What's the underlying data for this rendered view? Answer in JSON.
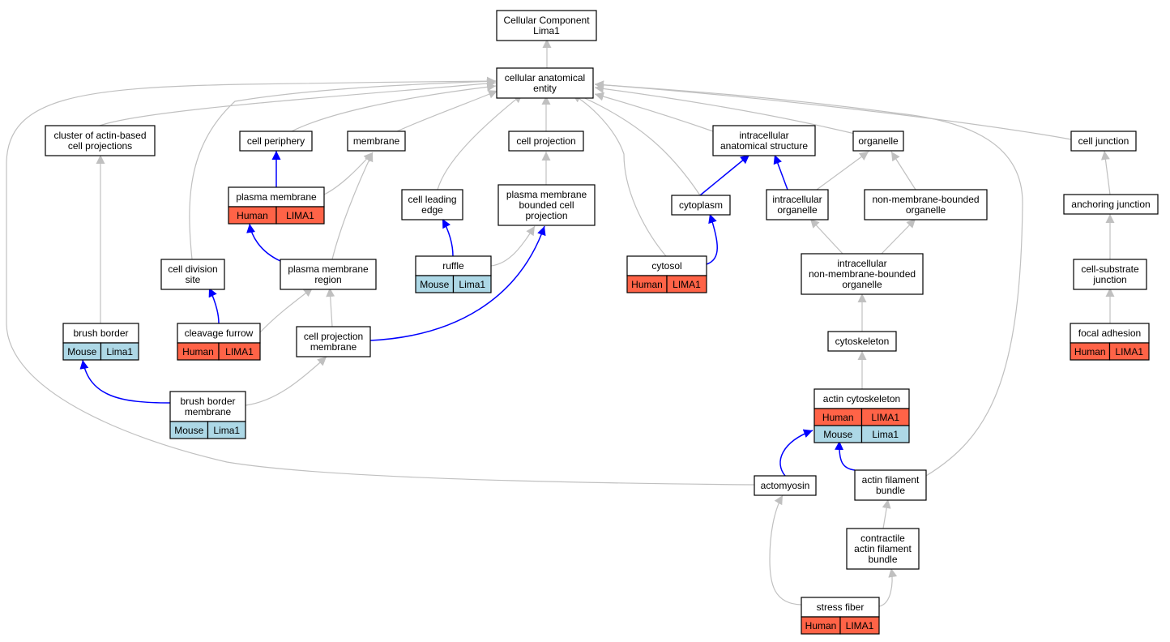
{
  "colors": {
    "human": "#ff6347",
    "mouse": "#add8e6",
    "edge_is_a": "#c0c0c0",
    "edge_annotated": "#0000ff"
  },
  "nodes": {
    "root": {
      "lines": [
        "Cellular Component",
        "Lima1"
      ]
    },
    "cae": {
      "lines": [
        "cellular anatomical",
        "entity"
      ]
    },
    "cluster": {
      "lines": [
        "cluster of actin-based",
        "cell projections"
      ]
    },
    "periphery": {
      "lines": [
        "cell periphery"
      ]
    },
    "membrane": {
      "lines": [
        "membrane"
      ]
    },
    "cellproj": {
      "lines": [
        "cell projection"
      ]
    },
    "ias": {
      "lines": [
        "intracellular",
        "anatomical structure"
      ]
    },
    "organelle": {
      "lines": [
        "organelle"
      ]
    },
    "celljunction": {
      "lines": [
        "cell junction"
      ]
    },
    "pm": {
      "lines": [
        "plasma membrane"
      ],
      "cells": [
        [
          "Human",
          "LIMA1"
        ]
      ]
    },
    "leading": {
      "lines": [
        "cell leading",
        "edge"
      ]
    },
    "pmbcp": {
      "lines": [
        "plasma membrane",
        "bounded cell",
        "projection"
      ]
    },
    "cytoplasm": {
      "lines": [
        "cytoplasm"
      ]
    },
    "intorg": {
      "lines": [
        "intracellular",
        "organelle"
      ]
    },
    "nmbo": {
      "lines": [
        "non-membrane-bounded",
        "organelle"
      ]
    },
    "anchoring": {
      "lines": [
        "anchoring junction"
      ]
    },
    "divsite": {
      "lines": [
        "cell division",
        "site"
      ]
    },
    "pmregion": {
      "lines": [
        "plasma membrane",
        "region"
      ]
    },
    "ruffle": {
      "lines": [
        "ruffle"
      ],
      "cells": [
        [
          "Mouse",
          "Lima1"
        ]
      ]
    },
    "cytosol": {
      "lines": [
        "cytosol"
      ],
      "cells": [
        [
          "Human",
          "LIMA1"
        ]
      ]
    },
    "inmbo": {
      "lines": [
        "intracellular",
        "non-membrane-bounded",
        "organelle"
      ]
    },
    "substrate": {
      "lines": [
        "cell-substrate",
        "junction"
      ]
    },
    "brush": {
      "lines": [
        "brush border"
      ],
      "cells": [
        [
          "Mouse",
          "Lima1"
        ]
      ]
    },
    "cleavage": {
      "lines": [
        "cleavage furrow"
      ],
      "cells": [
        [
          "Human",
          "LIMA1"
        ]
      ]
    },
    "cpm": {
      "lines": [
        "cell projection",
        "membrane"
      ]
    },
    "cytoskeleton": {
      "lines": [
        "cytoskeleton"
      ]
    },
    "focal": {
      "lines": [
        "focal adhesion"
      ],
      "cells": [
        [
          "Human",
          "LIMA1"
        ]
      ]
    },
    "bbm": {
      "lines": [
        "brush border",
        "membrane"
      ],
      "cells": [
        [
          "Mouse",
          "Lima1"
        ]
      ]
    },
    "actincs": {
      "lines": [
        "actin cytoskeleton"
      ],
      "cells": [
        [
          "Human",
          "LIMA1"
        ],
        [
          "Mouse",
          "Lima1"
        ]
      ]
    },
    "actomyosin": {
      "lines": [
        "actomyosin"
      ]
    },
    "afb": {
      "lines": [
        "actin filament",
        "bundle"
      ]
    },
    "cafb": {
      "lines": [
        "contractile",
        "actin filament",
        "bundle"
      ]
    },
    "stress": {
      "lines": [
        "stress fiber"
      ],
      "cells": [
        [
          "Human",
          "LIMA1"
        ]
      ]
    }
  },
  "edges": [
    {
      "from": "cae",
      "to": "root",
      "kind": "is_a"
    },
    {
      "from": "cluster",
      "to": "cae",
      "kind": "is_a"
    },
    {
      "from": "periphery",
      "to": "cae",
      "kind": "is_a"
    },
    {
      "from": "membrane",
      "to": "cae",
      "kind": "is_a"
    },
    {
      "from": "cellproj",
      "to": "cae",
      "kind": "is_a"
    },
    {
      "from": "ias",
      "to": "cae",
      "kind": "is_a"
    },
    {
      "from": "organelle",
      "to": "cae",
      "kind": "is_a"
    },
    {
      "from": "celljunction",
      "to": "cae",
      "kind": "is_a"
    },
    {
      "from": "divsite",
      "to": "cae",
      "kind": "is_a"
    },
    {
      "from": "leading",
      "to": "cae",
      "kind": "is_a"
    },
    {
      "from": "cytoplasm",
      "to": "cae",
      "kind": "is_a"
    },
    {
      "from": "cytosol",
      "to": "cae",
      "kind": "is_a"
    },
    {
      "from": "afb",
      "to": "cae",
      "kind": "is_a"
    },
    {
      "from": "actomyosin",
      "to": "cae",
      "kind": "is_a"
    },
    {
      "from": "pm",
      "to": "periphery",
      "kind": "annotated"
    },
    {
      "from": "pm",
      "to": "membrane",
      "kind": "is_a"
    },
    {
      "from": "pmregion",
      "to": "membrane",
      "kind": "is_a"
    },
    {
      "from": "pmbcp",
      "to": "cellproj",
      "kind": "is_a"
    },
    {
      "from": "cytoplasm",
      "to": "ias",
      "kind": "annotated"
    },
    {
      "from": "intorg",
      "to": "ias",
      "kind": "annotated"
    },
    {
      "from": "intorg",
      "to": "organelle",
      "kind": "is_a"
    },
    {
      "from": "nmbo",
      "to": "organelle",
      "kind": "is_a"
    },
    {
      "from": "anchoring",
      "to": "celljunction",
      "kind": "is_a"
    },
    {
      "from": "brush",
      "to": "cluster",
      "kind": "is_a"
    },
    {
      "from": "pmregion",
      "to": "pm",
      "kind": "annotated"
    },
    {
      "from": "ruffle",
      "to": "leading",
      "kind": "annotated"
    },
    {
      "from": "ruffle",
      "to": "pmbcp",
      "kind": "is_a"
    },
    {
      "from": "cpm",
      "to": "pmbcp",
      "kind": "annotated"
    },
    {
      "from": "cytosol",
      "to": "cytoplasm",
      "kind": "annotated"
    },
    {
      "from": "inmbo",
      "to": "intorg",
      "kind": "is_a"
    },
    {
      "from": "inmbo",
      "to": "nmbo",
      "kind": "is_a"
    },
    {
      "from": "substrate",
      "to": "anchoring",
      "kind": "is_a"
    },
    {
      "from": "cleavage",
      "to": "divsite",
      "kind": "annotated"
    },
    {
      "from": "cleavage",
      "to": "pmregion",
      "kind": "is_a"
    },
    {
      "from": "cpm",
      "to": "pmregion",
      "kind": "is_a"
    },
    {
      "from": "cytoskeleton",
      "to": "inmbo",
      "kind": "is_a"
    },
    {
      "from": "focal",
      "to": "substrate",
      "kind": "is_a"
    },
    {
      "from": "bbm",
      "to": "brush",
      "kind": "annotated"
    },
    {
      "from": "bbm",
      "to": "cpm",
      "kind": "is_a"
    },
    {
      "from": "actincs",
      "to": "cytoskeleton",
      "kind": "is_a"
    },
    {
      "from": "actomyosin",
      "to": "actincs",
      "kind": "annotated"
    },
    {
      "from": "afb",
      "to": "actincs",
      "kind": "annotated"
    },
    {
      "from": "cafb",
      "to": "afb",
      "kind": "is_a"
    },
    {
      "from": "stress",
      "to": "cafb",
      "kind": "is_a"
    },
    {
      "from": "stress",
      "to": "actomyosin",
      "kind": "is_a"
    }
  ]
}
